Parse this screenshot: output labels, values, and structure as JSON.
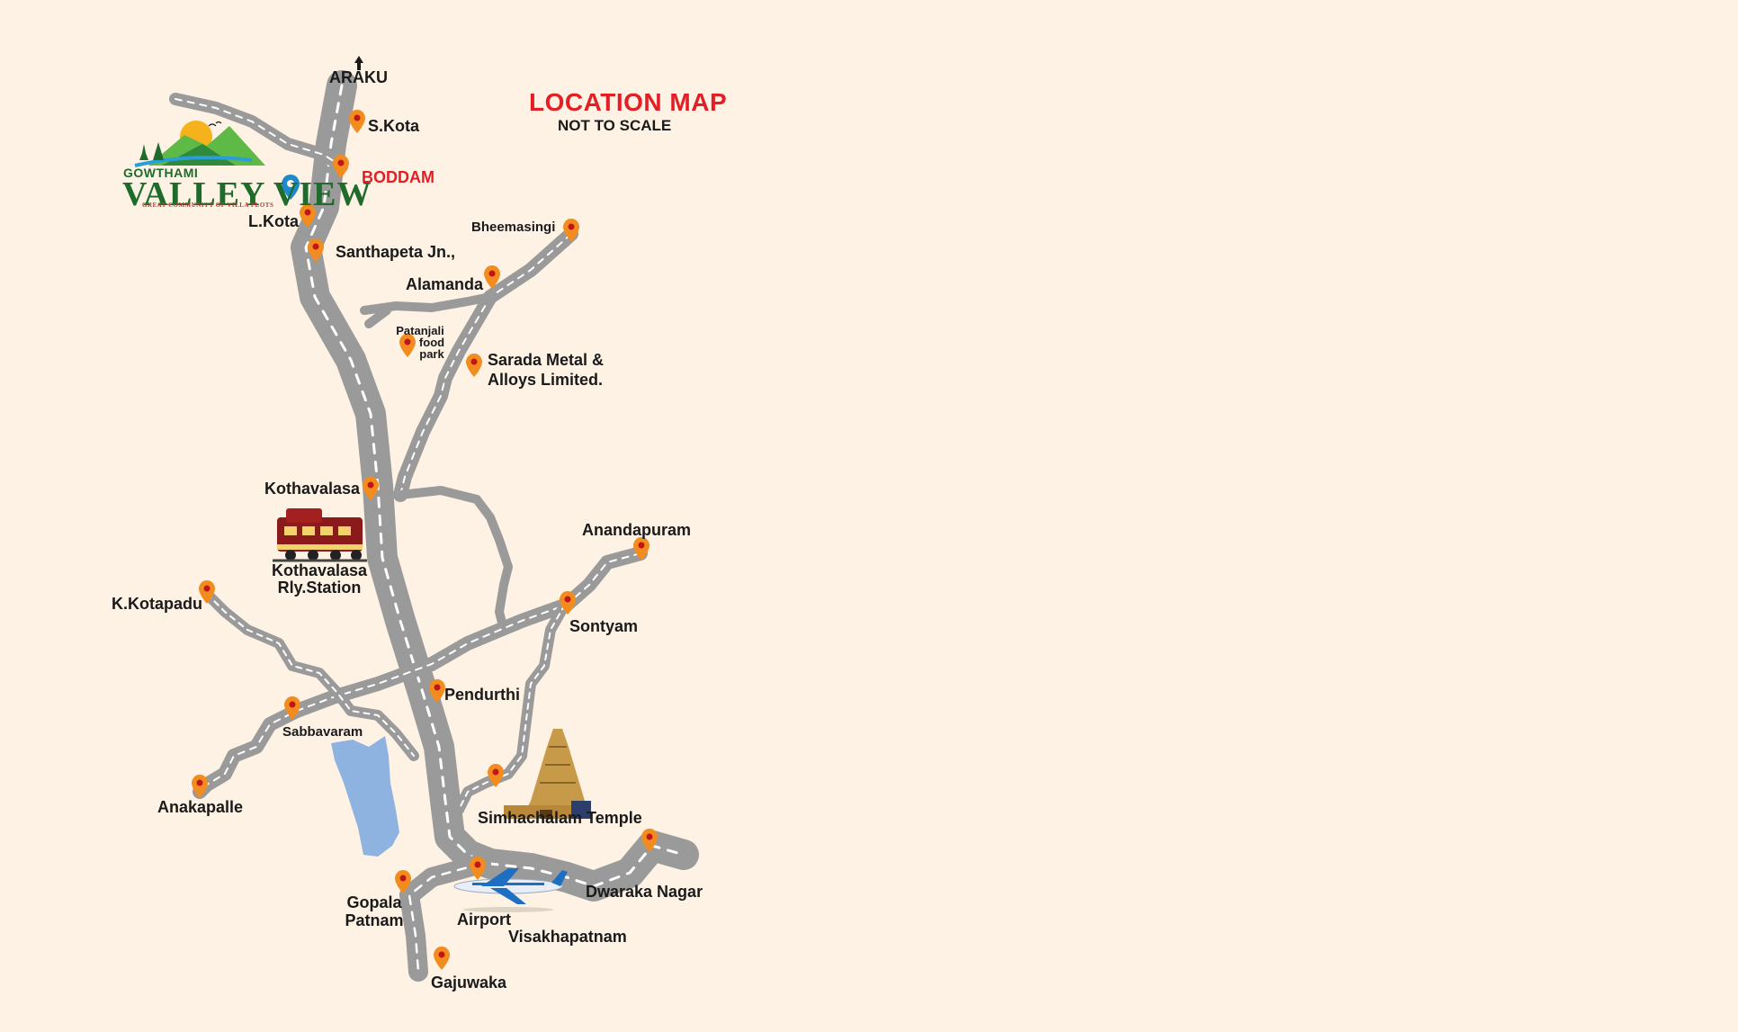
{
  "header": {
    "title": "LOCATION MAP",
    "subtitle": "NOT TO SCALE"
  },
  "brand": {
    "top": "GOWTHAMI",
    "main": "VALLEY VIEW",
    "tagline": "GREAT COMMUNITY OF VILLA PLOTS",
    "icon": "map-pin-icon",
    "icon_color": "#1e88c8"
  },
  "colors": {
    "background": "#fdf2e4",
    "road": "#9a9a9a",
    "pin": "#f28c1e",
    "pin_dot": "#c0161b",
    "highlight": "#e31e24",
    "lake": "#8fb3e0"
  },
  "places": {
    "araku": "ARAKU",
    "s_kota": "S.Kota",
    "boddam": "BODDAM",
    "l_kota": "L.Kota",
    "santhapeta": "Santhapeta Jn.,",
    "bheemasingi": "Bheemasingi",
    "alamanda": "Alamanda",
    "patanjali_1": "Patanjali",
    "patanjali_2": "food",
    "patanjali_3": "park",
    "sarada_1": "Sarada Metal &",
    "sarada_2": "Alloys Limited.",
    "kothavalasa": "Kothavalasa",
    "rly_1": "Kothavalasa",
    "rly_2": "Rly.Station",
    "anandapuram": "Anandapuram",
    "k_kotapadu": "K.Kotapadu",
    "sontyam": "Sontyam",
    "pendurthi": "Pendurthi",
    "sabbavaram": "Sabbavaram",
    "anakapalle": "Anakapalle",
    "simhachalam": "Simhachalam Temple",
    "dwaraka": "Dwaraka Nagar",
    "gopala_1": "Gopala",
    "gopala_2": "Patnam",
    "airport": "Airport",
    "visakhapatnam": "Visakhapatnam",
    "gajuwaka": "Gajuwaka"
  }
}
